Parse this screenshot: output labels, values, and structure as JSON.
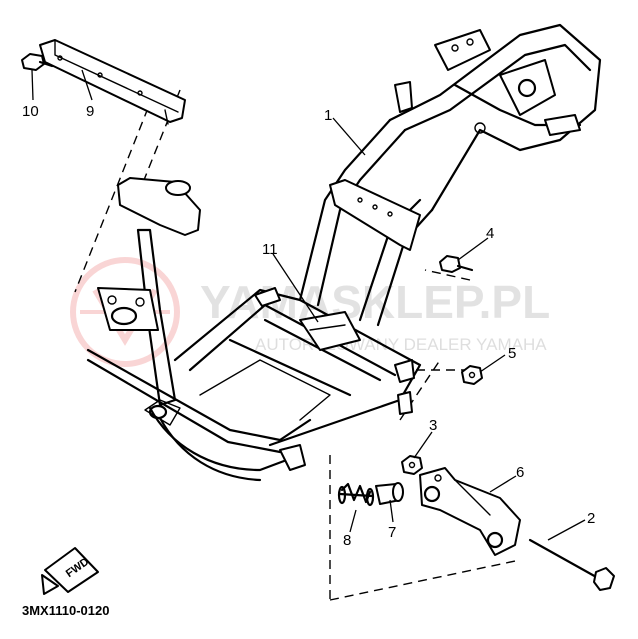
{
  "diagram": {
    "callouts": [
      "1",
      "2",
      "3",
      "4",
      "5",
      "6",
      "7",
      "8",
      "9",
      "10",
      "11"
    ],
    "part_code": "3MX1110-0120",
    "direction_marker": "FWD",
    "watermark": {
      "text": "YAMASKLEP.PL",
      "subtext": "AUTORYZOWANY DEALER YAMAHA"
    }
  }
}
